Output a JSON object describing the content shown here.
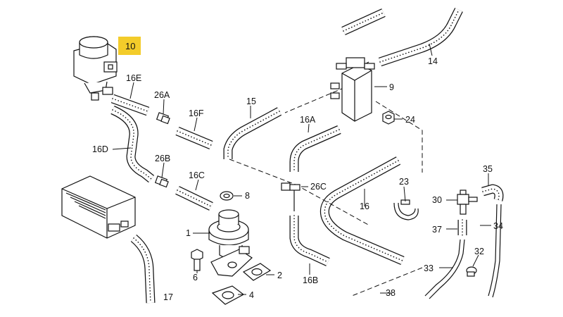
{
  "labels": {
    "p10": "10",
    "p14": "14",
    "p9": "9",
    "p24": "24",
    "p16E": "16E",
    "p26A": "26A",
    "p16F": "16F",
    "p15": "15",
    "p16A": "16A",
    "p16D": "16D",
    "p26B": "26B",
    "p16C": "16C",
    "p8": "8",
    "p26C": "26C",
    "p23": "23",
    "p16": "16",
    "p35": "35",
    "p30": "30",
    "p34": "34",
    "p37": "37",
    "p1": "1",
    "p2": "2",
    "p6": "6",
    "p4": "4",
    "p16B": "16B",
    "p33": "33",
    "p32": "32",
    "p38": "38",
    "p17": "17"
  },
  "highlight": {
    "part": "10",
    "color": "#f3cc2a"
  }
}
